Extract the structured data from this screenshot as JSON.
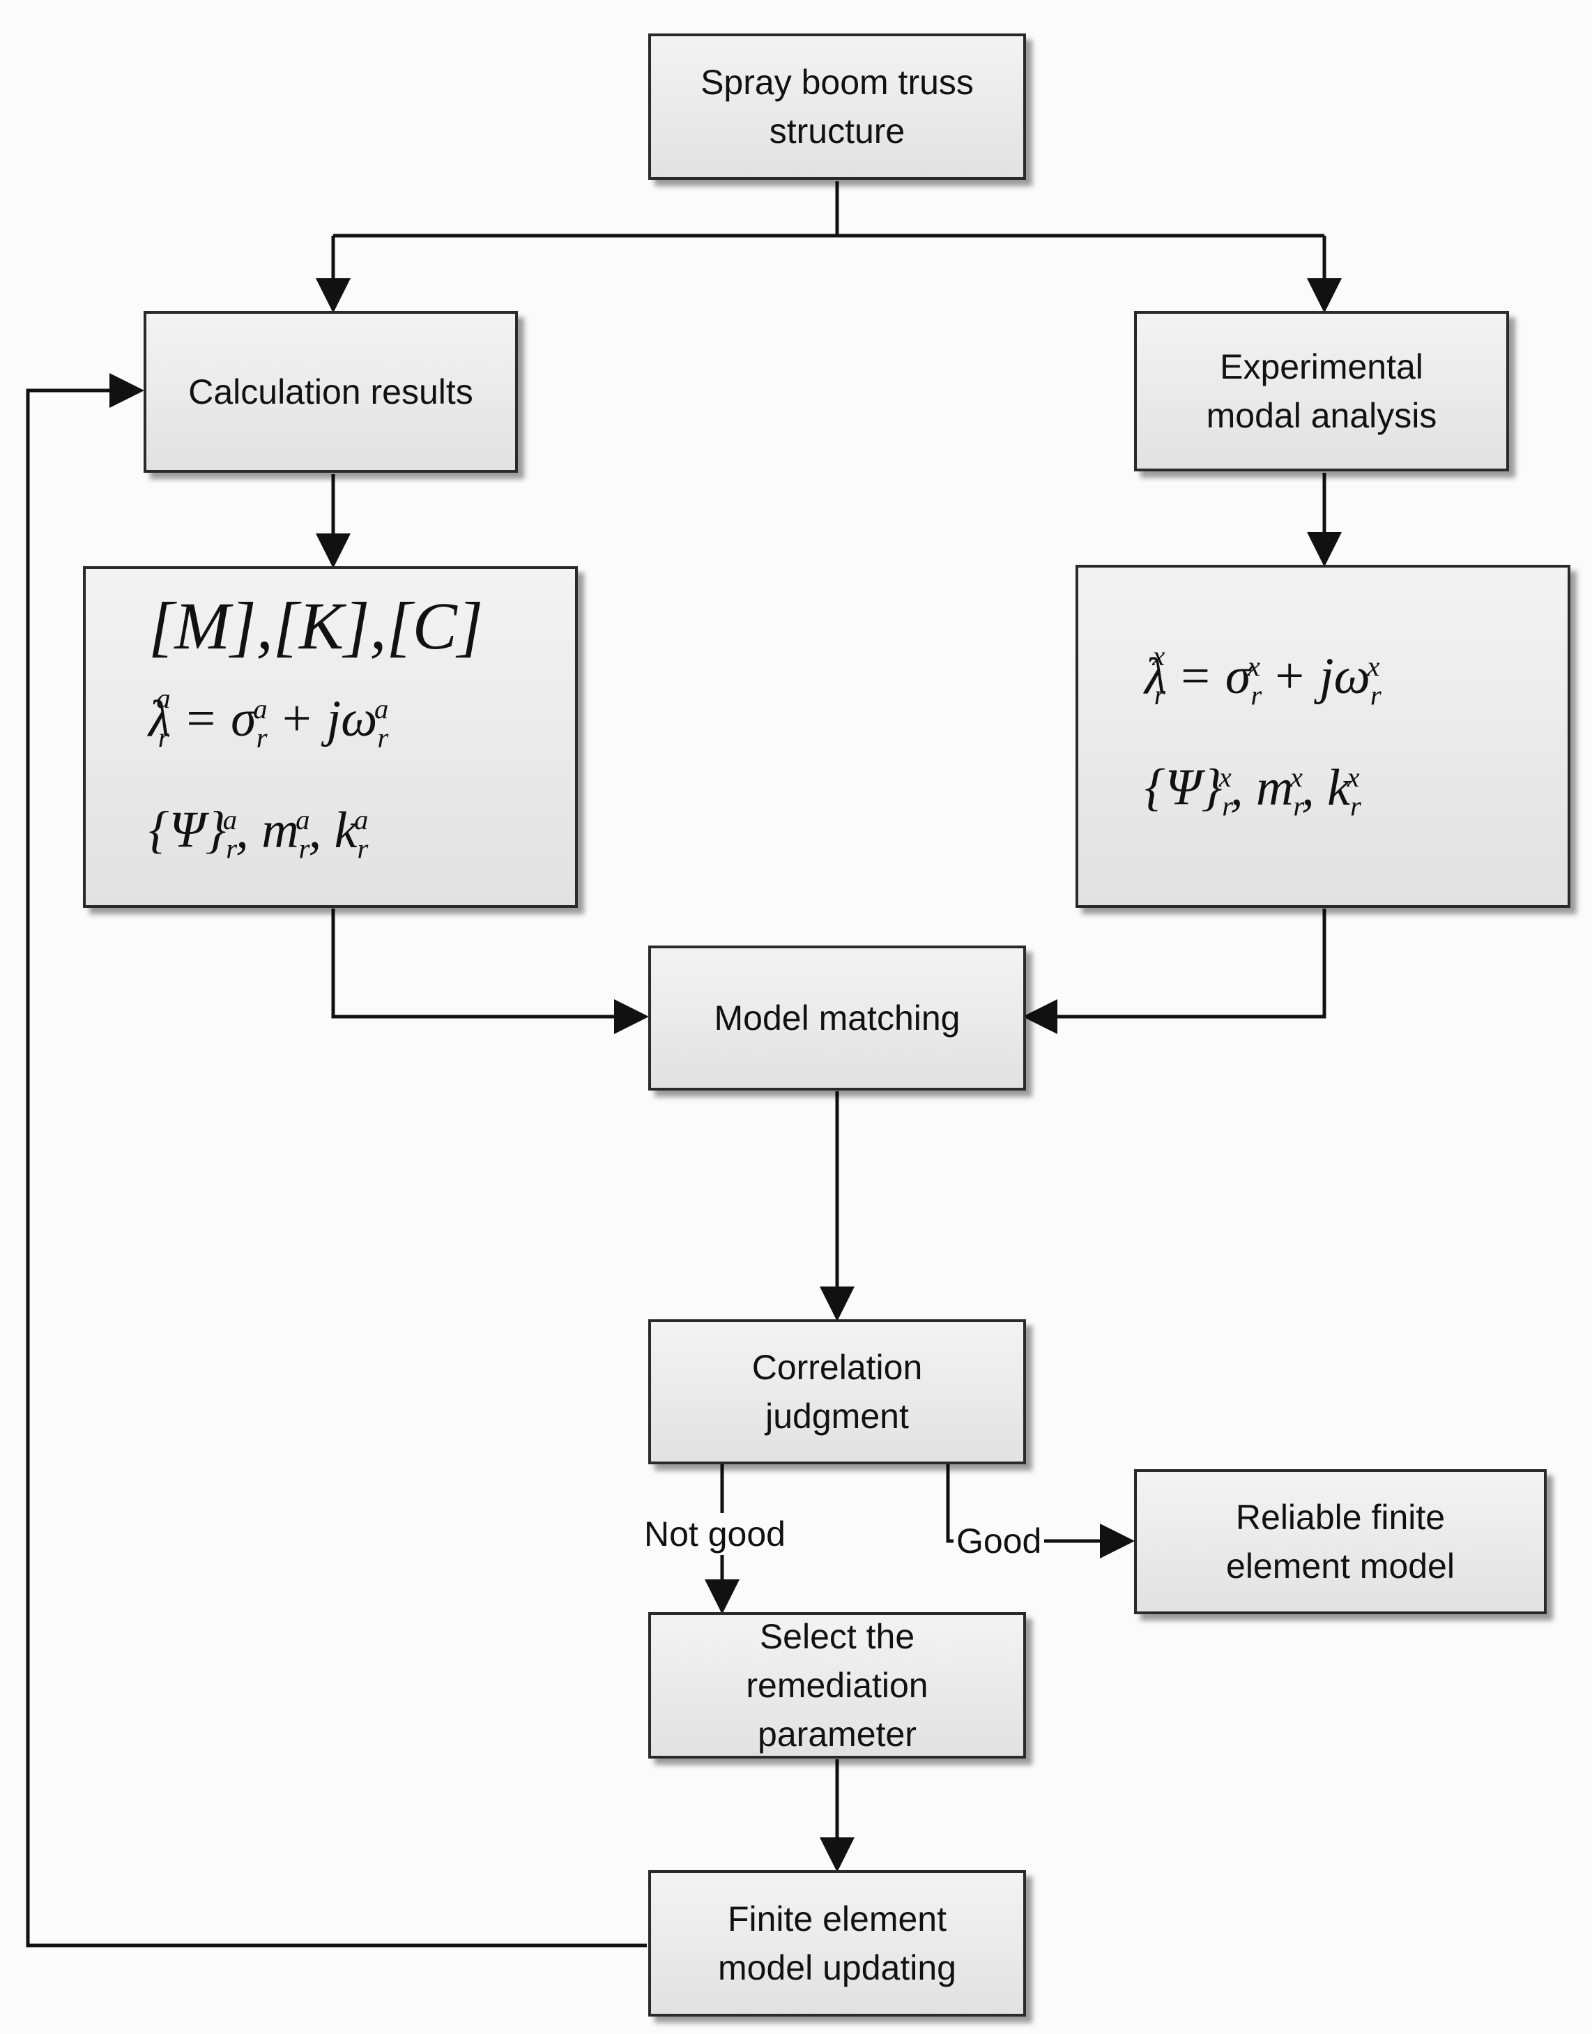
{
  "nodes": {
    "spray_boom": [
      "Spray boom truss",
      "structure"
    ],
    "calculation_results": [
      "Calculation results"
    ],
    "experimental_modal": [
      "Experimental",
      "modal analysis"
    ],
    "analytical_params": {
      "matrices": "[M],[K],[C]",
      "eigenvalue": "λ_r^a = σ_r^a + jω_r^a",
      "modal": "{Ψ}_r^a, m_r^a, k_r^a"
    },
    "experimental_params": {
      "eigenvalue": "λ_r^x = σ_r^x + jω_r^x",
      "modal": "{Ψ}_r^x, m_r^x, k_r^x"
    },
    "model_matching": [
      "Model matching"
    ],
    "correlation": [
      "Correlation",
      "judgment"
    ],
    "reliable_model": [
      "Reliable finite",
      "element model"
    ],
    "select_param": [
      "Select the",
      "remediation",
      "parameter"
    ],
    "fe_updating": [
      "Finite element",
      "model updating"
    ]
  },
  "edge_labels": {
    "not_good": "Not good",
    "good": "Good"
  }
}
